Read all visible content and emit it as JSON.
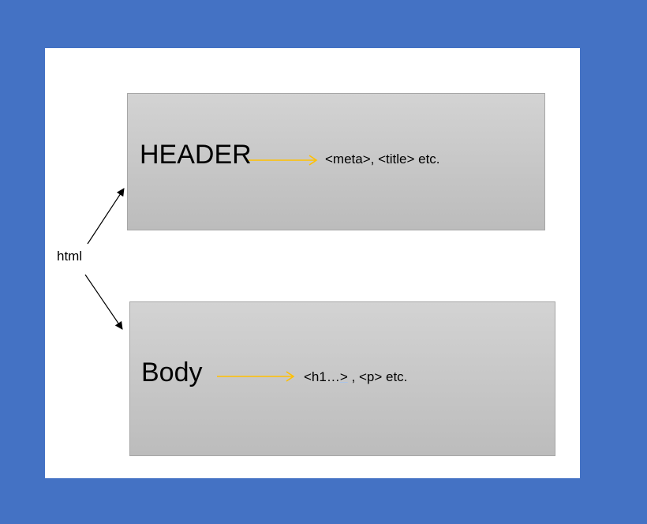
{
  "diagram": {
    "root_label": "html",
    "header_box": {
      "title": "HEADER",
      "content": "<meta>, <title> etc."
    },
    "body_box": {
      "title": "Body",
      "content_part1": "<h1",
      "content_part2": "…",
      "content_part3": ">",
      "content_part4": " , <p> etc."
    }
  },
  "colors": {
    "background": "#4472c4",
    "slide": "#ffffff",
    "box_fill_top": "#d3d3d3",
    "box_fill_bottom": "#bcbcbc",
    "accent_arrow": "#ffc000",
    "connector_arrow": "#000000"
  }
}
